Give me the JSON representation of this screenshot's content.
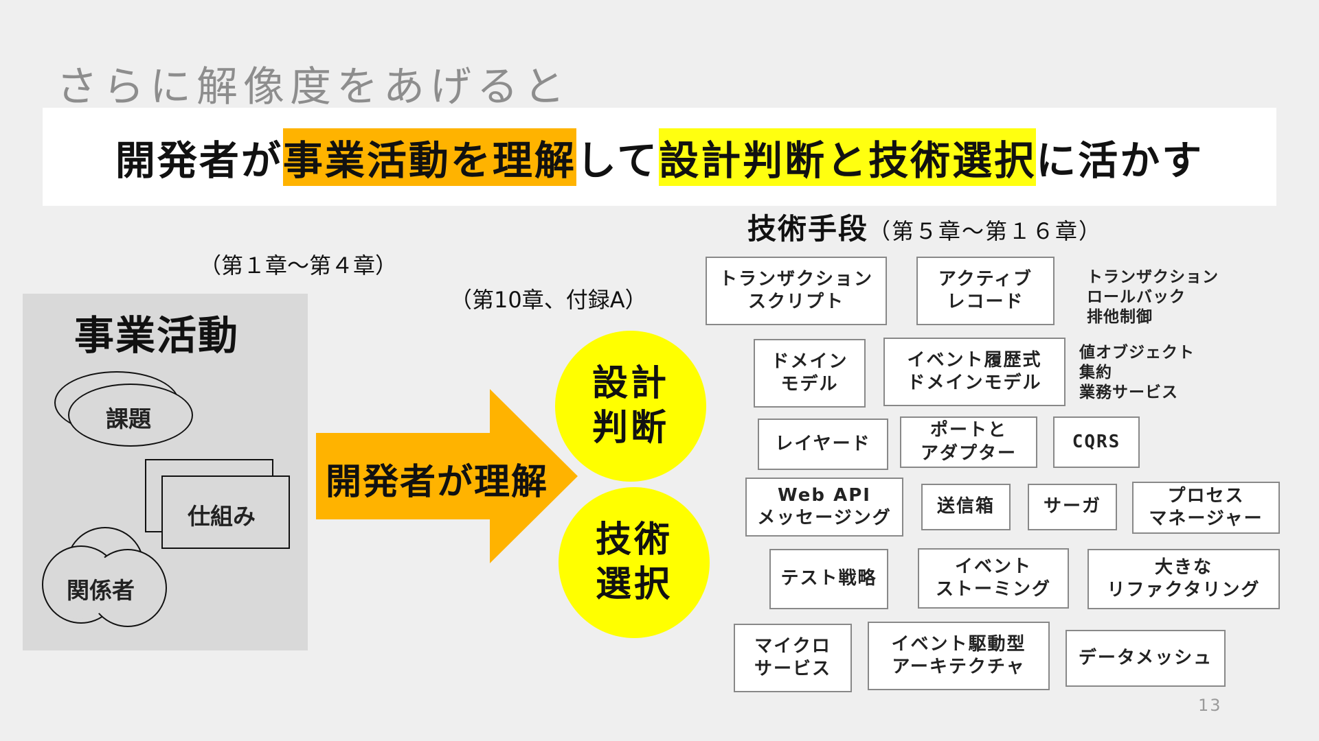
{
  "subtitle": "さらに解像度をあげると",
  "headline": {
    "part1": "開発者が",
    "highlight1": "事業活動を理解",
    "part2": "して",
    "highlight2": "設計判断と技術選択",
    "part3": "に活かす"
  },
  "business": {
    "chapter_note": "（第１章～第４章）",
    "title": "事業活動",
    "issue": "課題",
    "mechanism": "仕組み",
    "stakeholders": "関係者"
  },
  "arrow": {
    "chapter_note": "（第10章、付録A）",
    "label": "開発者が理解"
  },
  "circles": {
    "design": "設計\n判断",
    "tech": "技術\n選択"
  },
  "tech": {
    "title": "技術手段",
    "chapter_note": "（第５章～第１６章）",
    "items": [
      "トランザクション\nスクリプト",
      "アクティブ\nレコード",
      "ドメイン\nモデル",
      "イベント履歴式\nドメインモデル",
      "レイヤード",
      "ポートと\nアダプター",
      "CQRS",
      "Web API\nメッセージング",
      "送信箱",
      "サーガ",
      "プロセス\nマネージャー",
      "テスト戦略",
      "イベント\nストーミング",
      "大きな\nリファクタリング",
      "マイクロ\nサービス",
      "イベント駆動型\nアーキテクチャ",
      "データメッシュ"
    ],
    "side_notes": {
      "group1": [
        "トランザクション",
        "ロールバック",
        "排他制御"
      ],
      "group2": [
        "値オブジェクト",
        "集約",
        "業務サービス"
      ]
    }
  },
  "page_number": "13",
  "colors": {
    "orange": "#ffb300",
    "yellow": "#ffff00",
    "highlight_yellow": "#ffff10",
    "background": "#efefef",
    "panel_gray": "#d9d9d9"
  }
}
